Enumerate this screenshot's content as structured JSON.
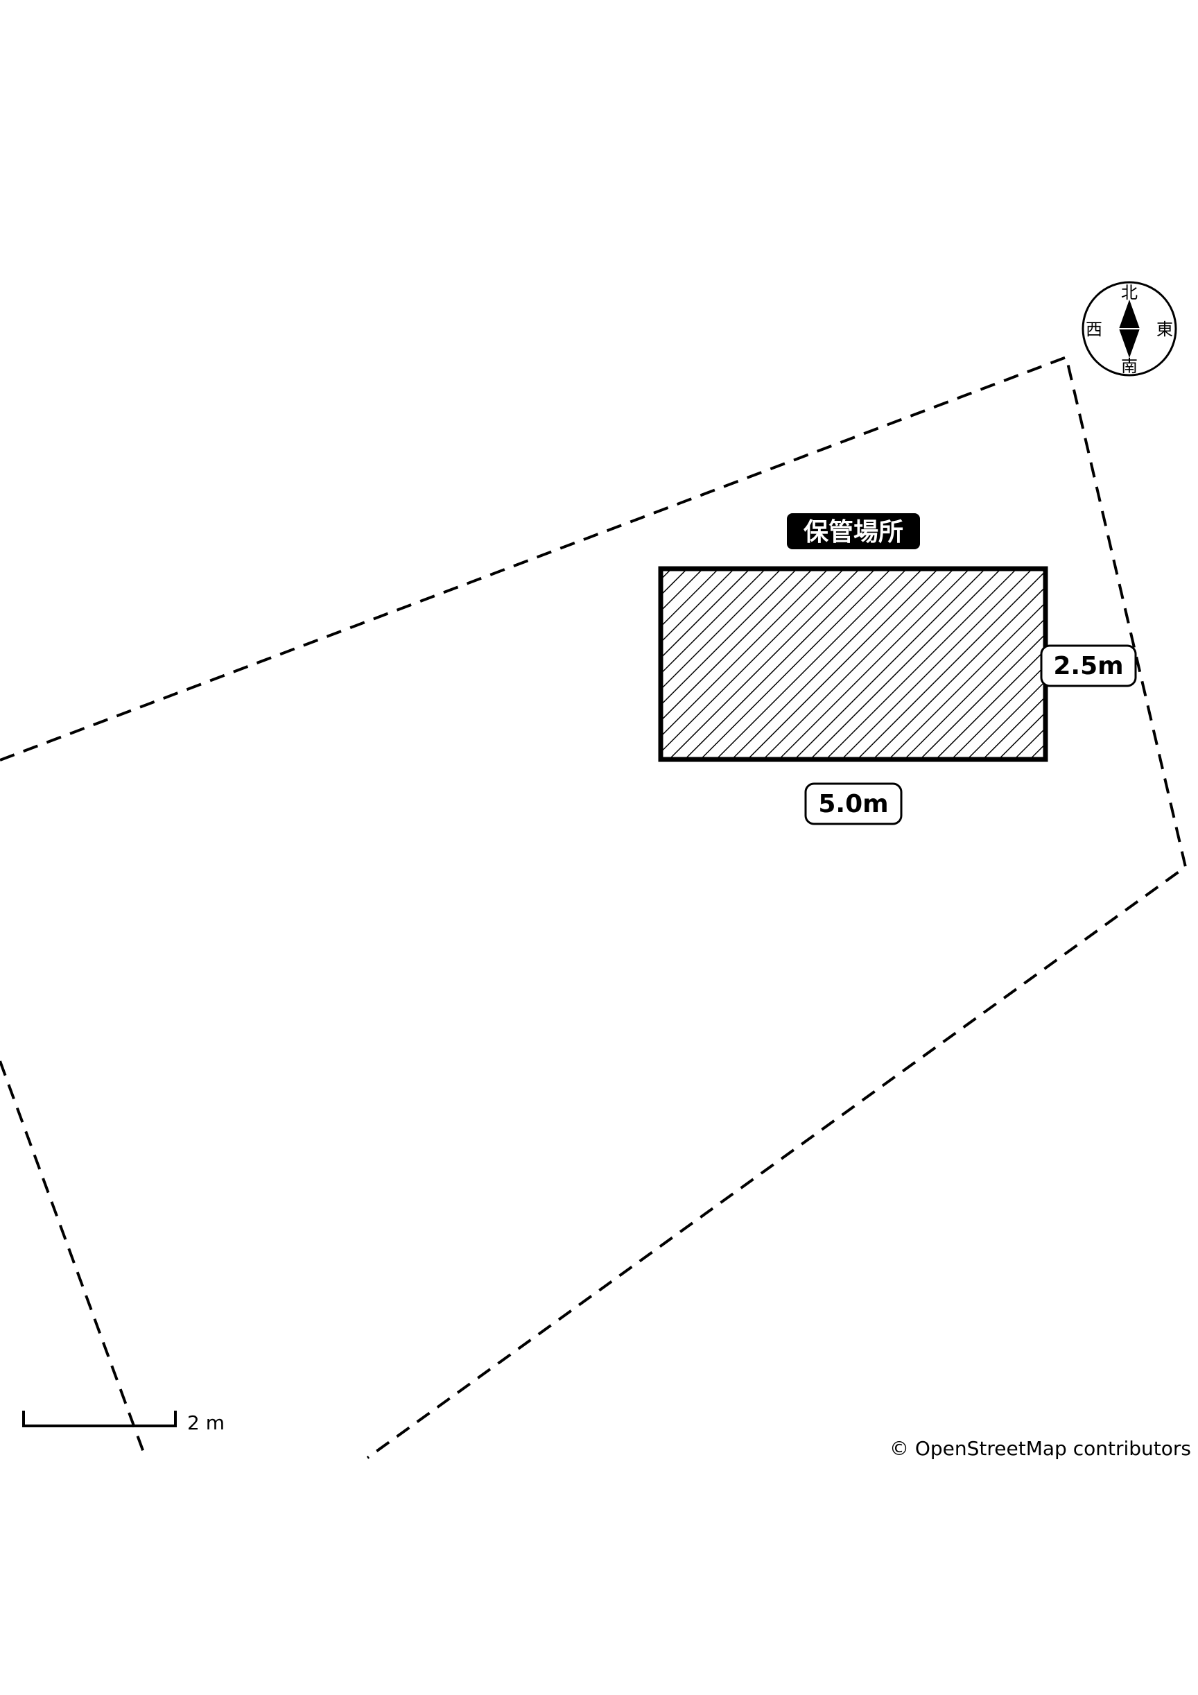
{
  "storage": {
    "title": "保管場所",
    "width_label": "5.0m",
    "depth_label": "2.5m"
  },
  "compass": {
    "north": "北",
    "south": "南",
    "east": "東",
    "west": "西"
  },
  "scale_bar": {
    "label": "2 m"
  },
  "attribution": "© OpenStreetMap contributors",
  "colors": {
    "ink": "#000000",
    "background": "#ffffff"
  }
}
